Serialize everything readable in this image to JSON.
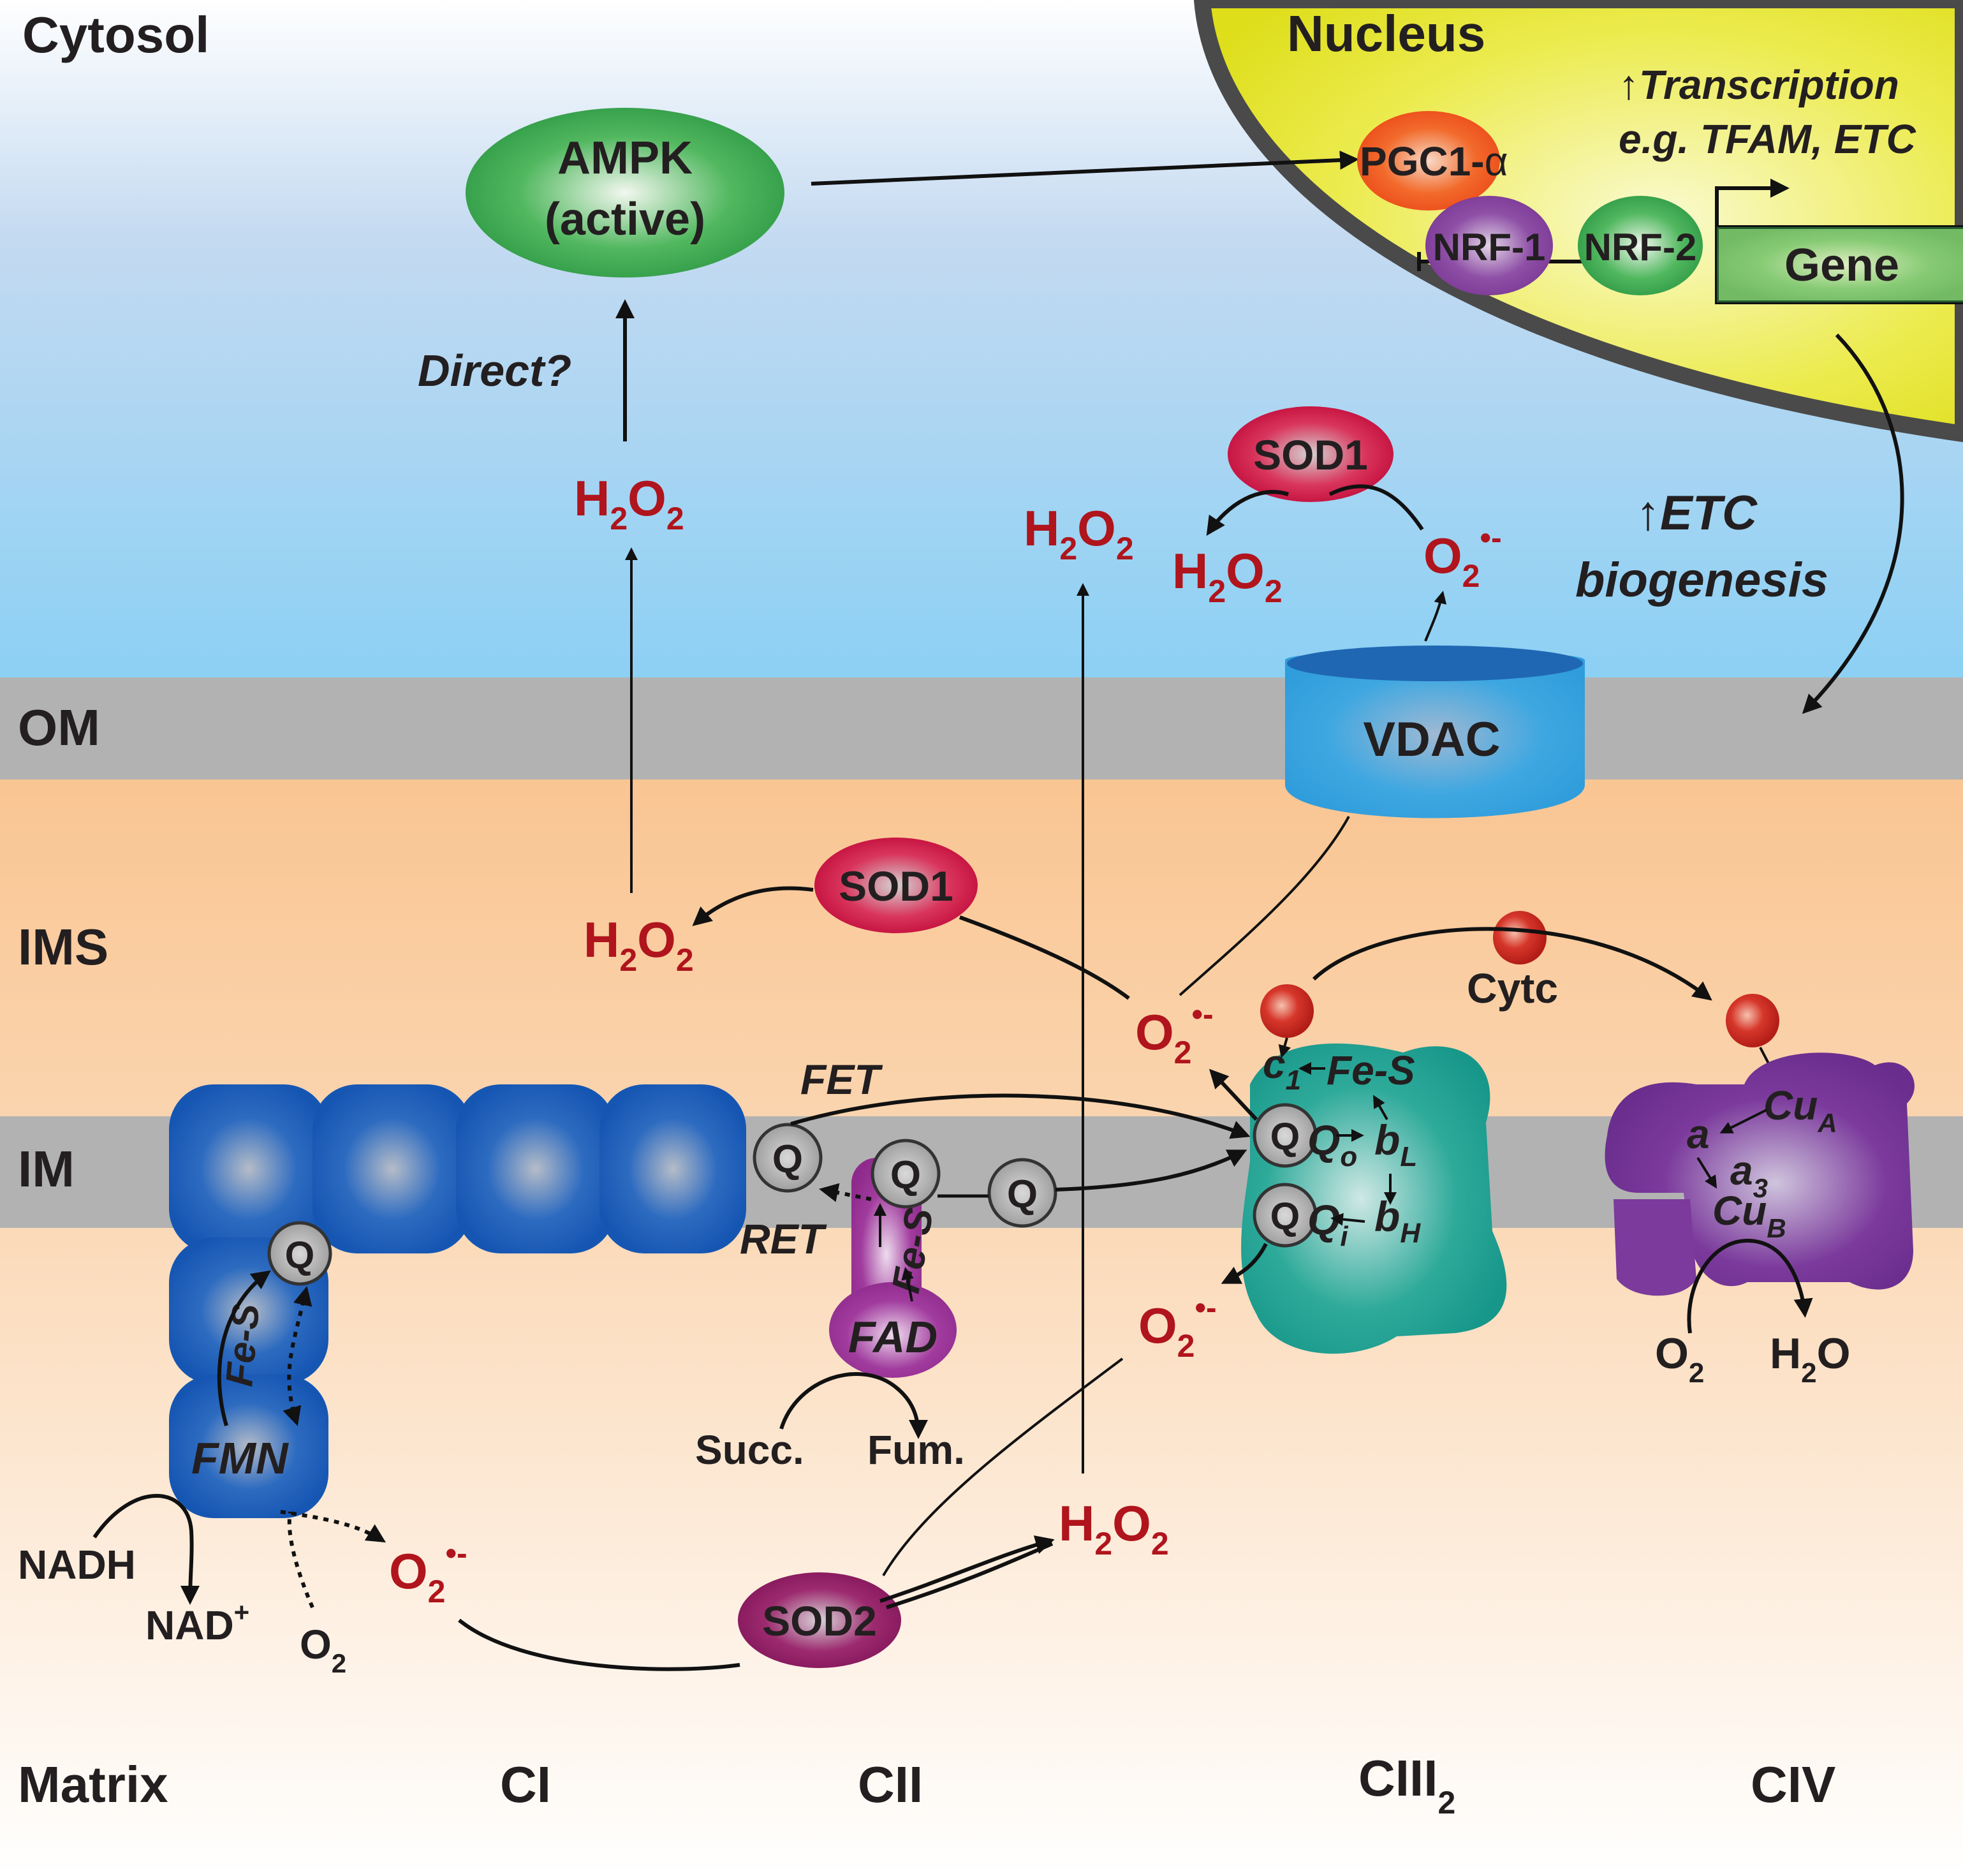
{
  "compartments": {
    "cytosol": "Cytosol",
    "nucleus": "Nucleus",
    "om": "OM",
    "ims": "IMS",
    "im": "IM",
    "matrix": "Matrix"
  },
  "complexes": {
    "ci": "CI",
    "cii": "CII",
    "ciii": "CIII",
    "ciii_sub": "2",
    "civ": "CIV"
  },
  "proteins": {
    "ampk_line1": "AMPK",
    "ampk_line2": "(active)",
    "pgc1": "PGC1-",
    "pgc1_alpha": "α",
    "nrf1": "NRF-1",
    "nrf2": "NRF-2",
    "gene": "Gene",
    "sod1": "SOD1",
    "sod2": "SOD2",
    "vdac": "VDAC",
    "cytc": "Cytc"
  },
  "annotations": {
    "direct": "Direct?",
    "transcription_line1": "Transcription",
    "transcription_line2": "e.g. TFAM, ETC",
    "biogenesis_line1": "ETC",
    "biogenesis_line2": "biogenesis",
    "fet": "FET",
    "ret": "RET",
    "up_arrow": "↑"
  },
  "species": {
    "h": "H",
    "o": "O",
    "two": "2",
    "superoxide_charge": "•-",
    "water": "H",
    "water_o": "O"
  },
  "cofactors": {
    "q": "Q",
    "fes": "Fe-S",
    "fmn": "FMN",
    "fad": "FAD",
    "c": "c",
    "c_sub": "1",
    "qo": "Q",
    "qo_sub": "o",
    "qi": "Q",
    "qi_sub": "i",
    "b": "b",
    "bl_sub": "L",
    "bh_sub": "H",
    "cu": "Cu",
    "cua_sub": "A",
    "cub_sub": "B",
    "a": "a",
    "a3_sub": "3"
  },
  "metabolites": {
    "nadh": "NADH",
    "nad": "NAD",
    "nad_sup": "+",
    "succ": "Succ.",
    "fum": "Fum."
  },
  "colors": {
    "cytosol_top": "#ffffff",
    "cytosol_bottom": "#8fd0f3",
    "membrane": "#b2b2b2",
    "ims": "#f7be80",
    "matrix_bottom": "#ffffff",
    "nucleus": "#e6e52a",
    "complex_i": "#1a62b8",
    "complex_ii": "#8e2a8c",
    "complex_iii": "#1b9d8e",
    "complex_iv": "#6b2a8f",
    "vdac": "#3aa6e0",
    "sod": "#c8103e",
    "ros_red": "#b0141c"
  }
}
